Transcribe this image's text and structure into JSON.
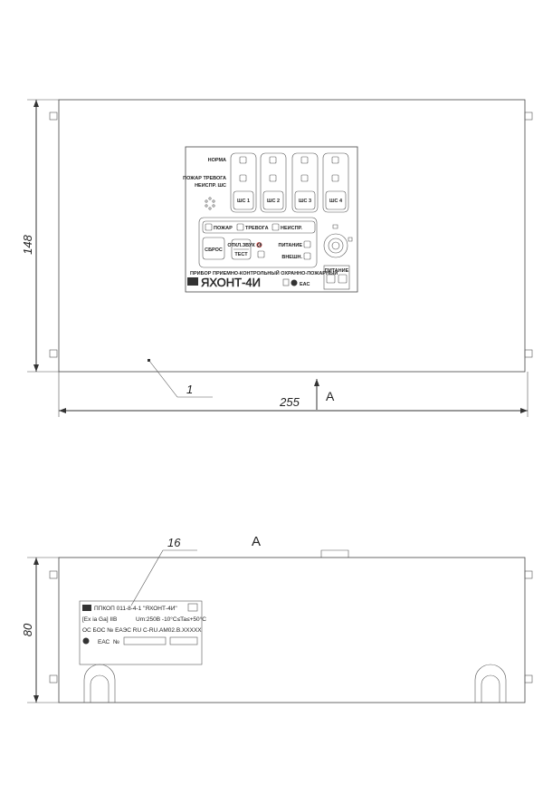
{
  "top_view": {
    "dim_height": "148",
    "dim_width": "255",
    "callout": "1",
    "view_arrow_label": "А",
    "panel": {
      "norma": "НОРМА",
      "alarm_line1": "ПОЖАР ТРЕВОГА",
      "alarm_line2": "НЕИСПР. ШС",
      "zones": [
        "ШС 1",
        "ШС 2",
        "ШС 3",
        "ШС 4"
      ],
      "indicators": [
        "ПОЖАР",
        "ТРЕВОГА",
        "НЕИСПР."
      ],
      "reset": "СБРОС",
      "sound_off": "ОТКЛ.ЗВУК",
      "test": "ТЕСТ",
      "power": "ПИТАНИЕ",
      "external": "ВНЕШН.",
      "power_box": "ПИТАНИЕ",
      "subtitle": "ПРИБОР ПРИЕМНО-КОНТРОЛЬНЫЙ ОХРАННО-ПОЖАРНЫЙ",
      "brand": "ЯХОНТ-4И",
      "eac": "ЕАС"
    }
  },
  "bottom_view": {
    "view_label": "А",
    "dim_height": "80",
    "callout": "16",
    "plate": {
      "line1": "ППКОП 011-8-4-1 \"ЯХОНТ-4И\"",
      "line2_ex": "[Ex ia Ga] IIB",
      "line2_params": "Um:250В  -10°С≤Ta≤+50°С",
      "line3": "ОС БОС № ЕАЭС RU C-RU.АМ02.В.ХХХХХ",
      "eac": "ЕАС",
      "no_label": "№"
    }
  }
}
